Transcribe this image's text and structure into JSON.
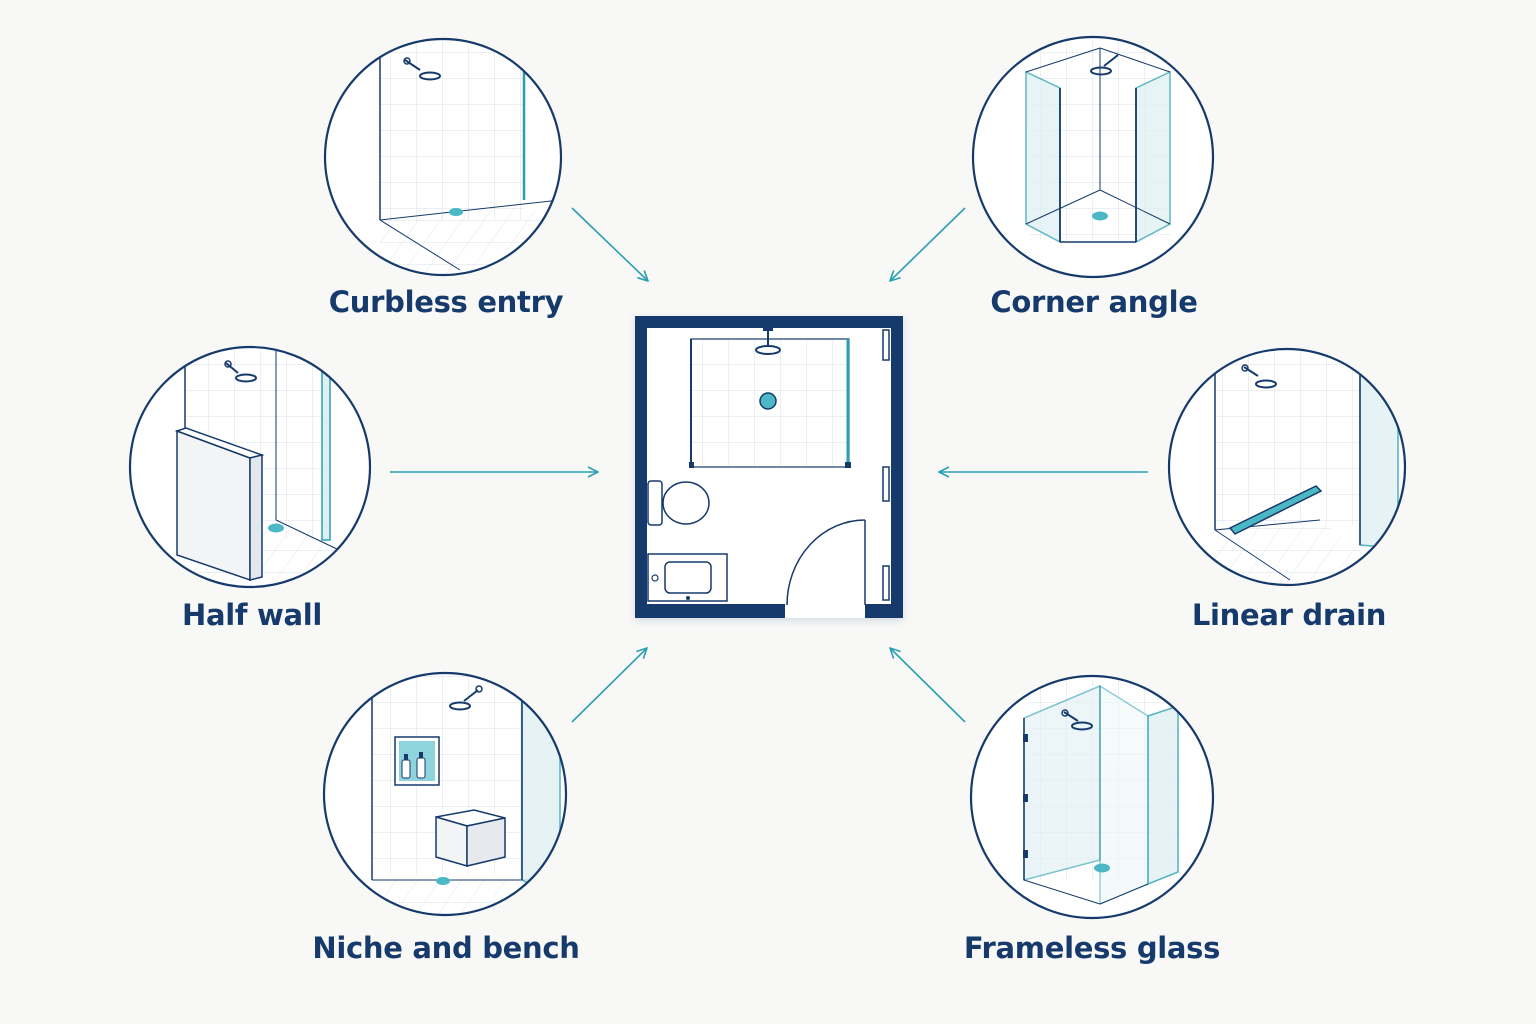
{
  "labels": {
    "curbless": "Curbless entry",
    "corner": "Corner angle",
    "half": "Half wall",
    "linear": "Linear drain",
    "niche": "Niche and bench",
    "frameless": "Frameless glass"
  },
  "icons": {
    "center": "bathroom-floor-plan-icon",
    "curbless": "curbless-shower-icon",
    "corner": "corner-shower-icon",
    "half": "half-wall-shower-icon",
    "linear": "linear-drain-shower-icon",
    "niche": "niche-bench-shower-icon",
    "frameless": "frameless-glass-shower-icon"
  },
  "colors": {
    "navy": "#163a6b",
    "teal": "#2a9fb0",
    "glass": "#dff0f3",
    "background": "#f8f8f7"
  }
}
